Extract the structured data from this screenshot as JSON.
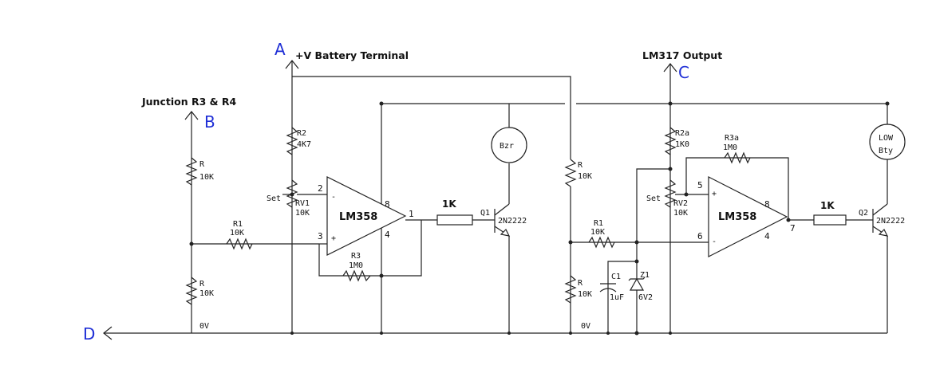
{
  "nodes": {
    "a": {
      "letter": "A",
      "label": "+V Battery Terminal"
    },
    "b": {
      "letter": "B",
      "label": "Junction R3 & R4"
    },
    "c": {
      "letter": "C",
      "label": "LM317 Output"
    },
    "d": {
      "letter": "D"
    }
  },
  "left": {
    "r_top": {
      "ref": "R",
      "value": "10K"
    },
    "r_bot": {
      "ref": "R",
      "value": "10K"
    },
    "r1": {
      "ref": "R1",
      "value": "10K"
    },
    "r2": {
      "ref": "R2",
      "value": "4K7"
    },
    "set": "Set",
    "rv1": {
      "ref": "RV1",
      "value": "10K"
    },
    "r3": {
      "ref": "R3",
      "value": "1M0"
    },
    "opamp": {
      "name": "LM358",
      "pin_inv": "2",
      "pin_noninv": "3",
      "pin_out": "1",
      "pin_vcc": "8",
      "pin_gnd": "4",
      "sign_minus": "-",
      "sign_plus": "+"
    },
    "r_base": "1K",
    "q": {
      "ref": "Q1",
      "type": "2N2222"
    },
    "buzzer": "Bzr",
    "gnd": "0V"
  },
  "right": {
    "r_top": {
      "ref": "R",
      "value": "10K"
    },
    "r_bot": {
      "ref": "R",
      "value": "10K"
    },
    "r1": {
      "ref": "R1",
      "value": "10K"
    },
    "r2a": {
      "ref": "R2a",
      "value": "1K0"
    },
    "r3a": {
      "ref": "R3a",
      "value": "1M0"
    },
    "set": "Set",
    "rv2": {
      "ref": "RV2",
      "value": "10K"
    },
    "c1": {
      "ref": "C1",
      "value": "1uF"
    },
    "z1": {
      "ref": "Z1",
      "value": "6V2"
    },
    "opamp": {
      "name": "LM358",
      "pin_noninv": "5",
      "pin_inv": "6",
      "pin_out": "7",
      "pin_vcc": "8",
      "pin_gnd": "4",
      "sign_minus": "-",
      "sign_plus": "+"
    },
    "r_base": "1K",
    "q": {
      "ref": "Q2",
      "type": "2N2222"
    },
    "lamp": {
      "line1": "LOW",
      "line2": "Bty"
    },
    "gnd": "0V"
  },
  "colors": {
    "node_letters": "#1f2fd6",
    "wires": "#222222"
  }
}
